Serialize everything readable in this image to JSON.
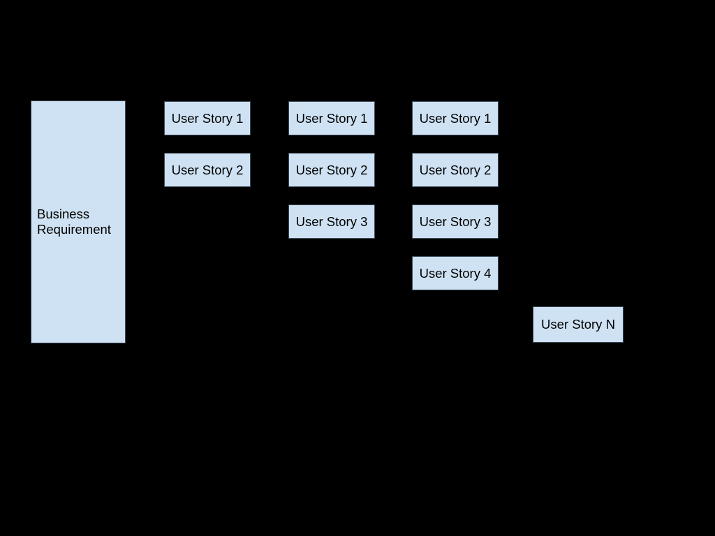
{
  "diagram": {
    "background_color": "#000000",
    "box_fill_color": "#cfe2f3",
    "box_border_color": "#3f4d5a",
    "text_color": "#000000",
    "business_requirement": {
      "label": "Business Requirement"
    },
    "sprint_columns": [
      {
        "stories": [
          "User Story 1",
          "User Story 2"
        ]
      },
      {
        "stories": [
          "User Story 1",
          "User Story 2",
          "User Story 3"
        ]
      },
      {
        "stories": [
          "User Story 1",
          "User Story 2",
          "User Story 3",
          "User Story 4"
        ]
      }
    ],
    "final_story_label": "User Story N"
  }
}
